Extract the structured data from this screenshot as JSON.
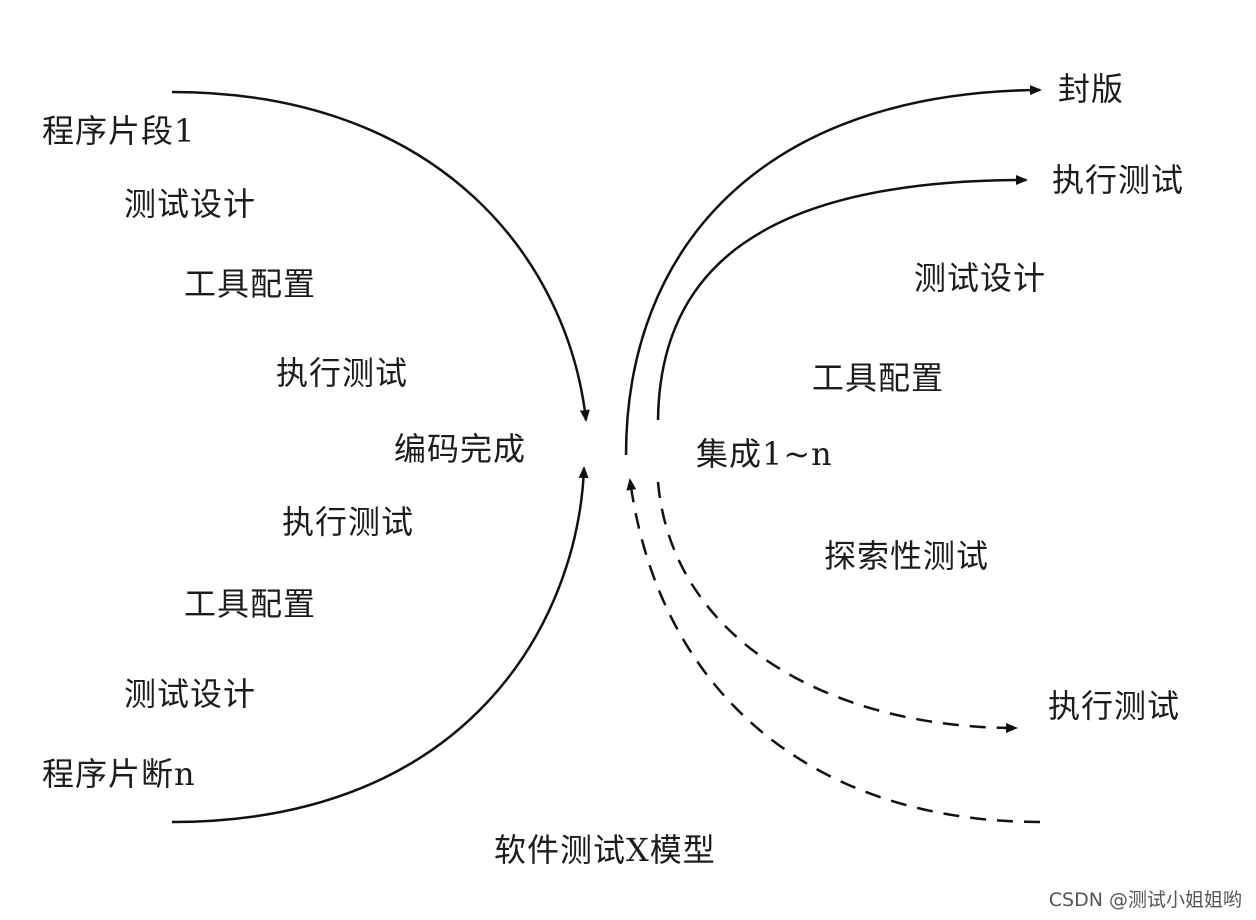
{
  "left_labels": [
    "程序片段1",
    "测试设计",
    "工具配置",
    "执行测试",
    "编码完成",
    "执行测试",
    "工具配置",
    "测试设计",
    "程序片断n"
  ],
  "right_labels": [
    "封版",
    "执行测试",
    "测试设计",
    "工具配置",
    "集成1~n",
    "探索性测试",
    "执行测试"
  ],
  "caption": "软件测试X模型",
  "watermark": "CSDN @测试小姐姐哟",
  "colors": {
    "stroke": "#111111",
    "text": "#1c1c1c",
    "background": "#ffffff"
  }
}
